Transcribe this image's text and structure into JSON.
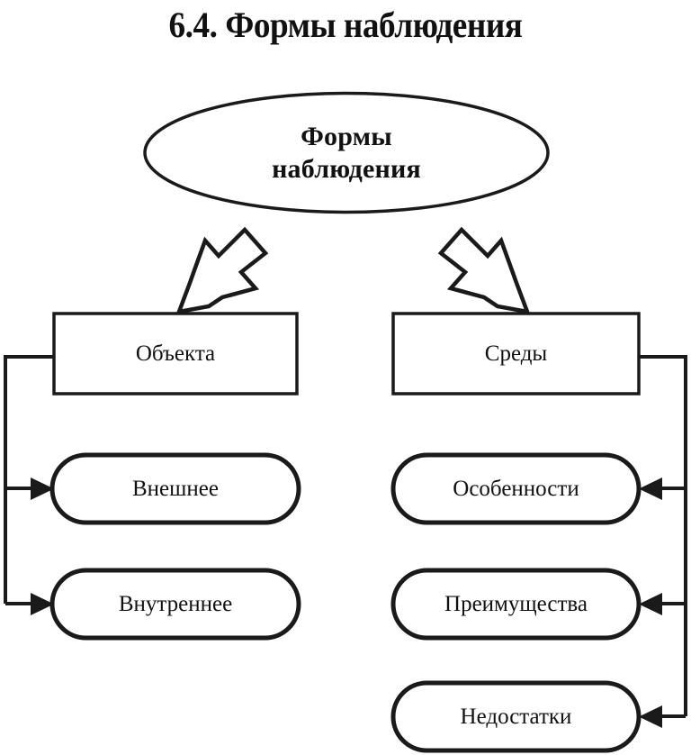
{
  "page": {
    "title": "6.4. Формы наблюдения",
    "background_color": "#ffffff",
    "stroke_color": "#1a1a1a"
  },
  "diagram": {
    "type": "hierarchy-flowchart",
    "root": {
      "shape": "ellipse",
      "label": "Формы\nнаблюдения"
    },
    "branches": [
      {
        "side": "left",
        "header": {
          "shape": "rectangle",
          "label": "Объекта"
        },
        "items": [
          {
            "shape": "rounded-rectangle",
            "label": "Внешнее"
          },
          {
            "shape": "rounded-rectangle",
            "label": "Внутреннее"
          }
        ]
      },
      {
        "side": "right",
        "header": {
          "shape": "rectangle",
          "label": "Среды"
        },
        "items": [
          {
            "shape": "rounded-rectangle",
            "label": "Особенности"
          },
          {
            "shape": "rounded-rectangle",
            "label": "Преимущества"
          },
          {
            "shape": "rounded-rectangle",
            "label": "Недостатки"
          }
        ]
      }
    ],
    "connectors": {
      "root_to_left_header": {
        "style": "block-arrow",
        "direction": "down-left"
      },
      "root_to_right_header": {
        "style": "block-arrow",
        "direction": "down-right"
      },
      "left_header_to_items": {
        "style": "elbow-line-arrow",
        "direction": "right"
      },
      "right_header_to_items": {
        "style": "elbow-line-arrow",
        "direction": "left"
      }
    }
  }
}
